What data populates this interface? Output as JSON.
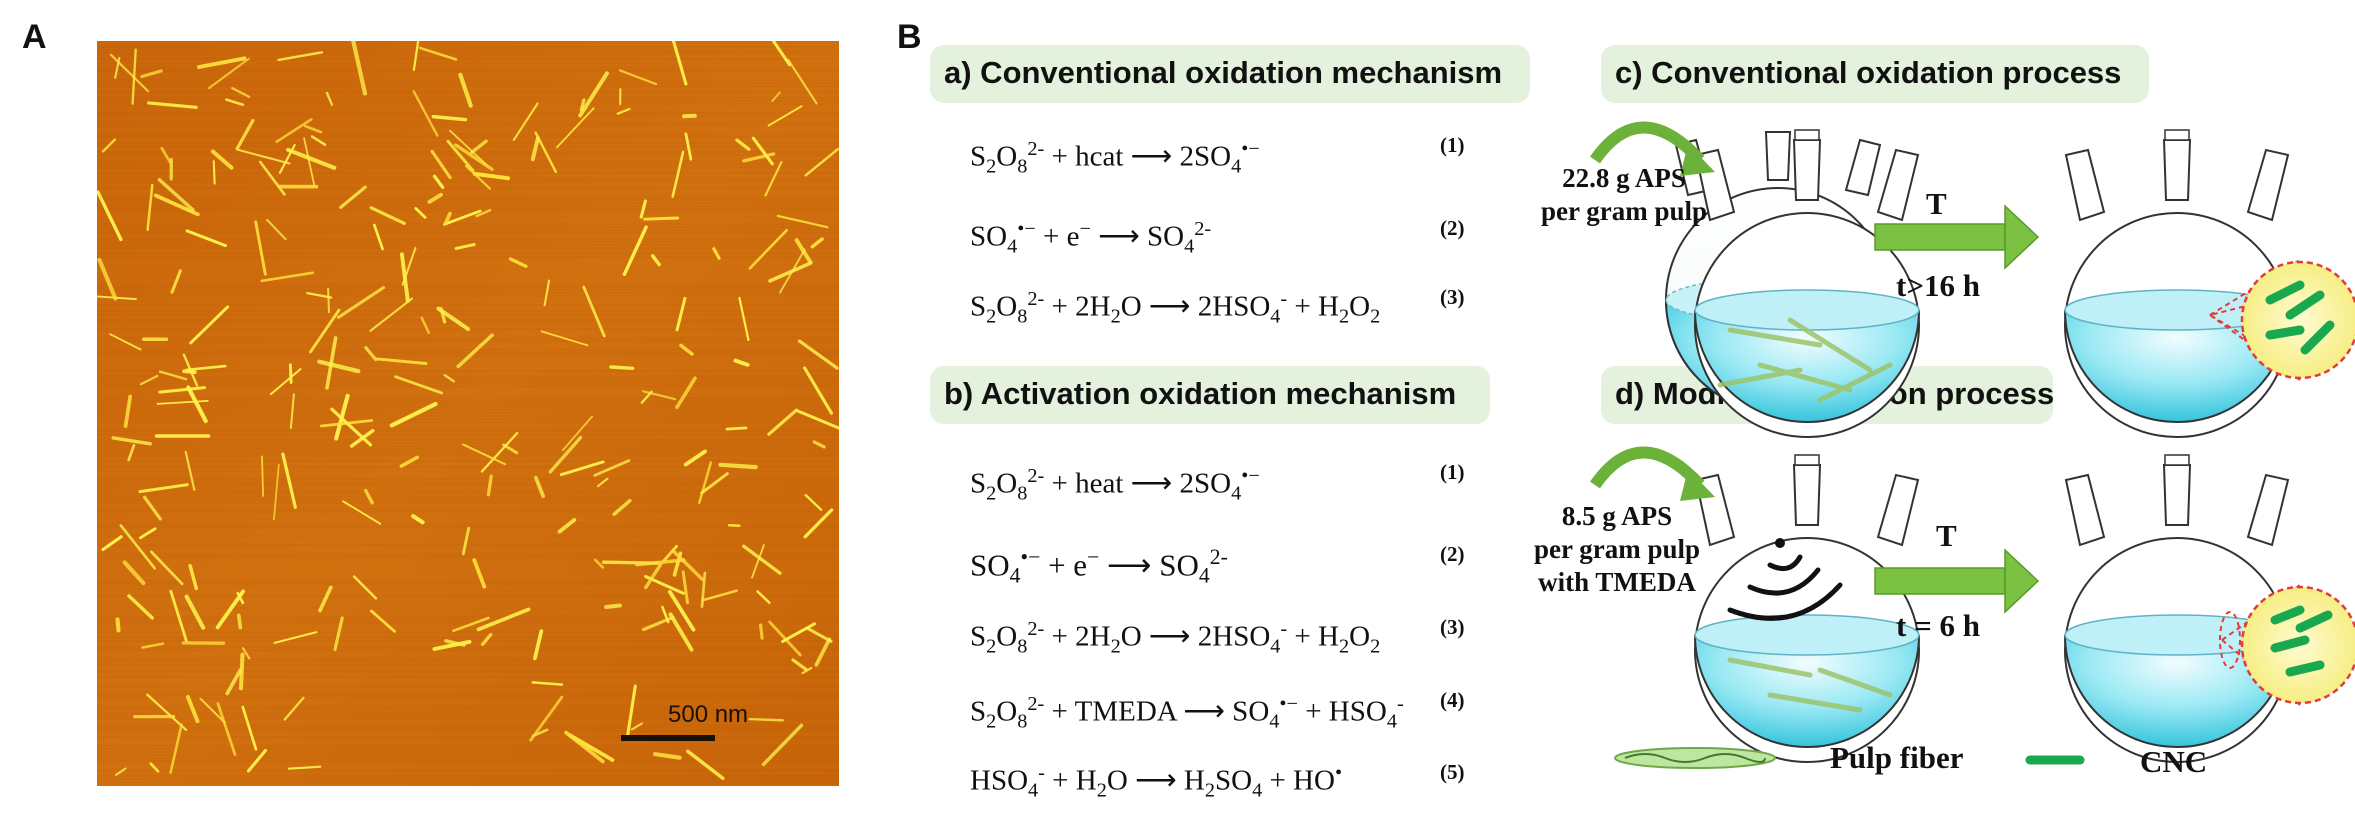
{
  "panel_a": {
    "letter": "A",
    "scale_bar_label": "500 nm",
    "colors": {
      "background": "#cc6b0c",
      "rods": "#fff24a"
    }
  },
  "panel_b": {
    "letter": "B",
    "section_a_title": "a)  Conventional  oxidation mechanism",
    "section_b_title": "b)  Activation  oxidation mechanism",
    "section_c_title": "c)  Conventional  oxidation process",
    "section_d_title": "d) Modified oxidation process",
    "eq_a": [
      {
        "num": "(1)"
      },
      {
        "num": "(2)"
      },
      {
        "num": "(3)"
      }
    ],
    "eq_b": [
      {
        "num": "(1)"
      },
      {
        "num": "(2)"
      },
      {
        "num": "(3)"
      },
      {
        "num": "(4)"
      },
      {
        "num": "(5)"
      }
    ],
    "process_c": {
      "aps_line1": "22.8 g  APS",
      "aps_line2": "per gram pulp",
      "arrow_top": "T",
      "arrow_bottom": "t>16 h"
    },
    "process_d": {
      "aps_line1": "8.5 g  APS",
      "aps_line2": "per gram pulp",
      "aps_line3": "with TMEDA",
      "arrow_top": "T",
      "arrow_bottom": "t = 6 h"
    },
    "legend": {
      "pulp_fiber": "Pulp fiber",
      "cnc": "CNC"
    },
    "colors": {
      "header_bg": "#e4f1dc",
      "flask_liquid": "#4fd4e8",
      "arrow": "#7cc242",
      "zoom": "#fbf7a6",
      "cnc": "#1aa84f"
    }
  }
}
